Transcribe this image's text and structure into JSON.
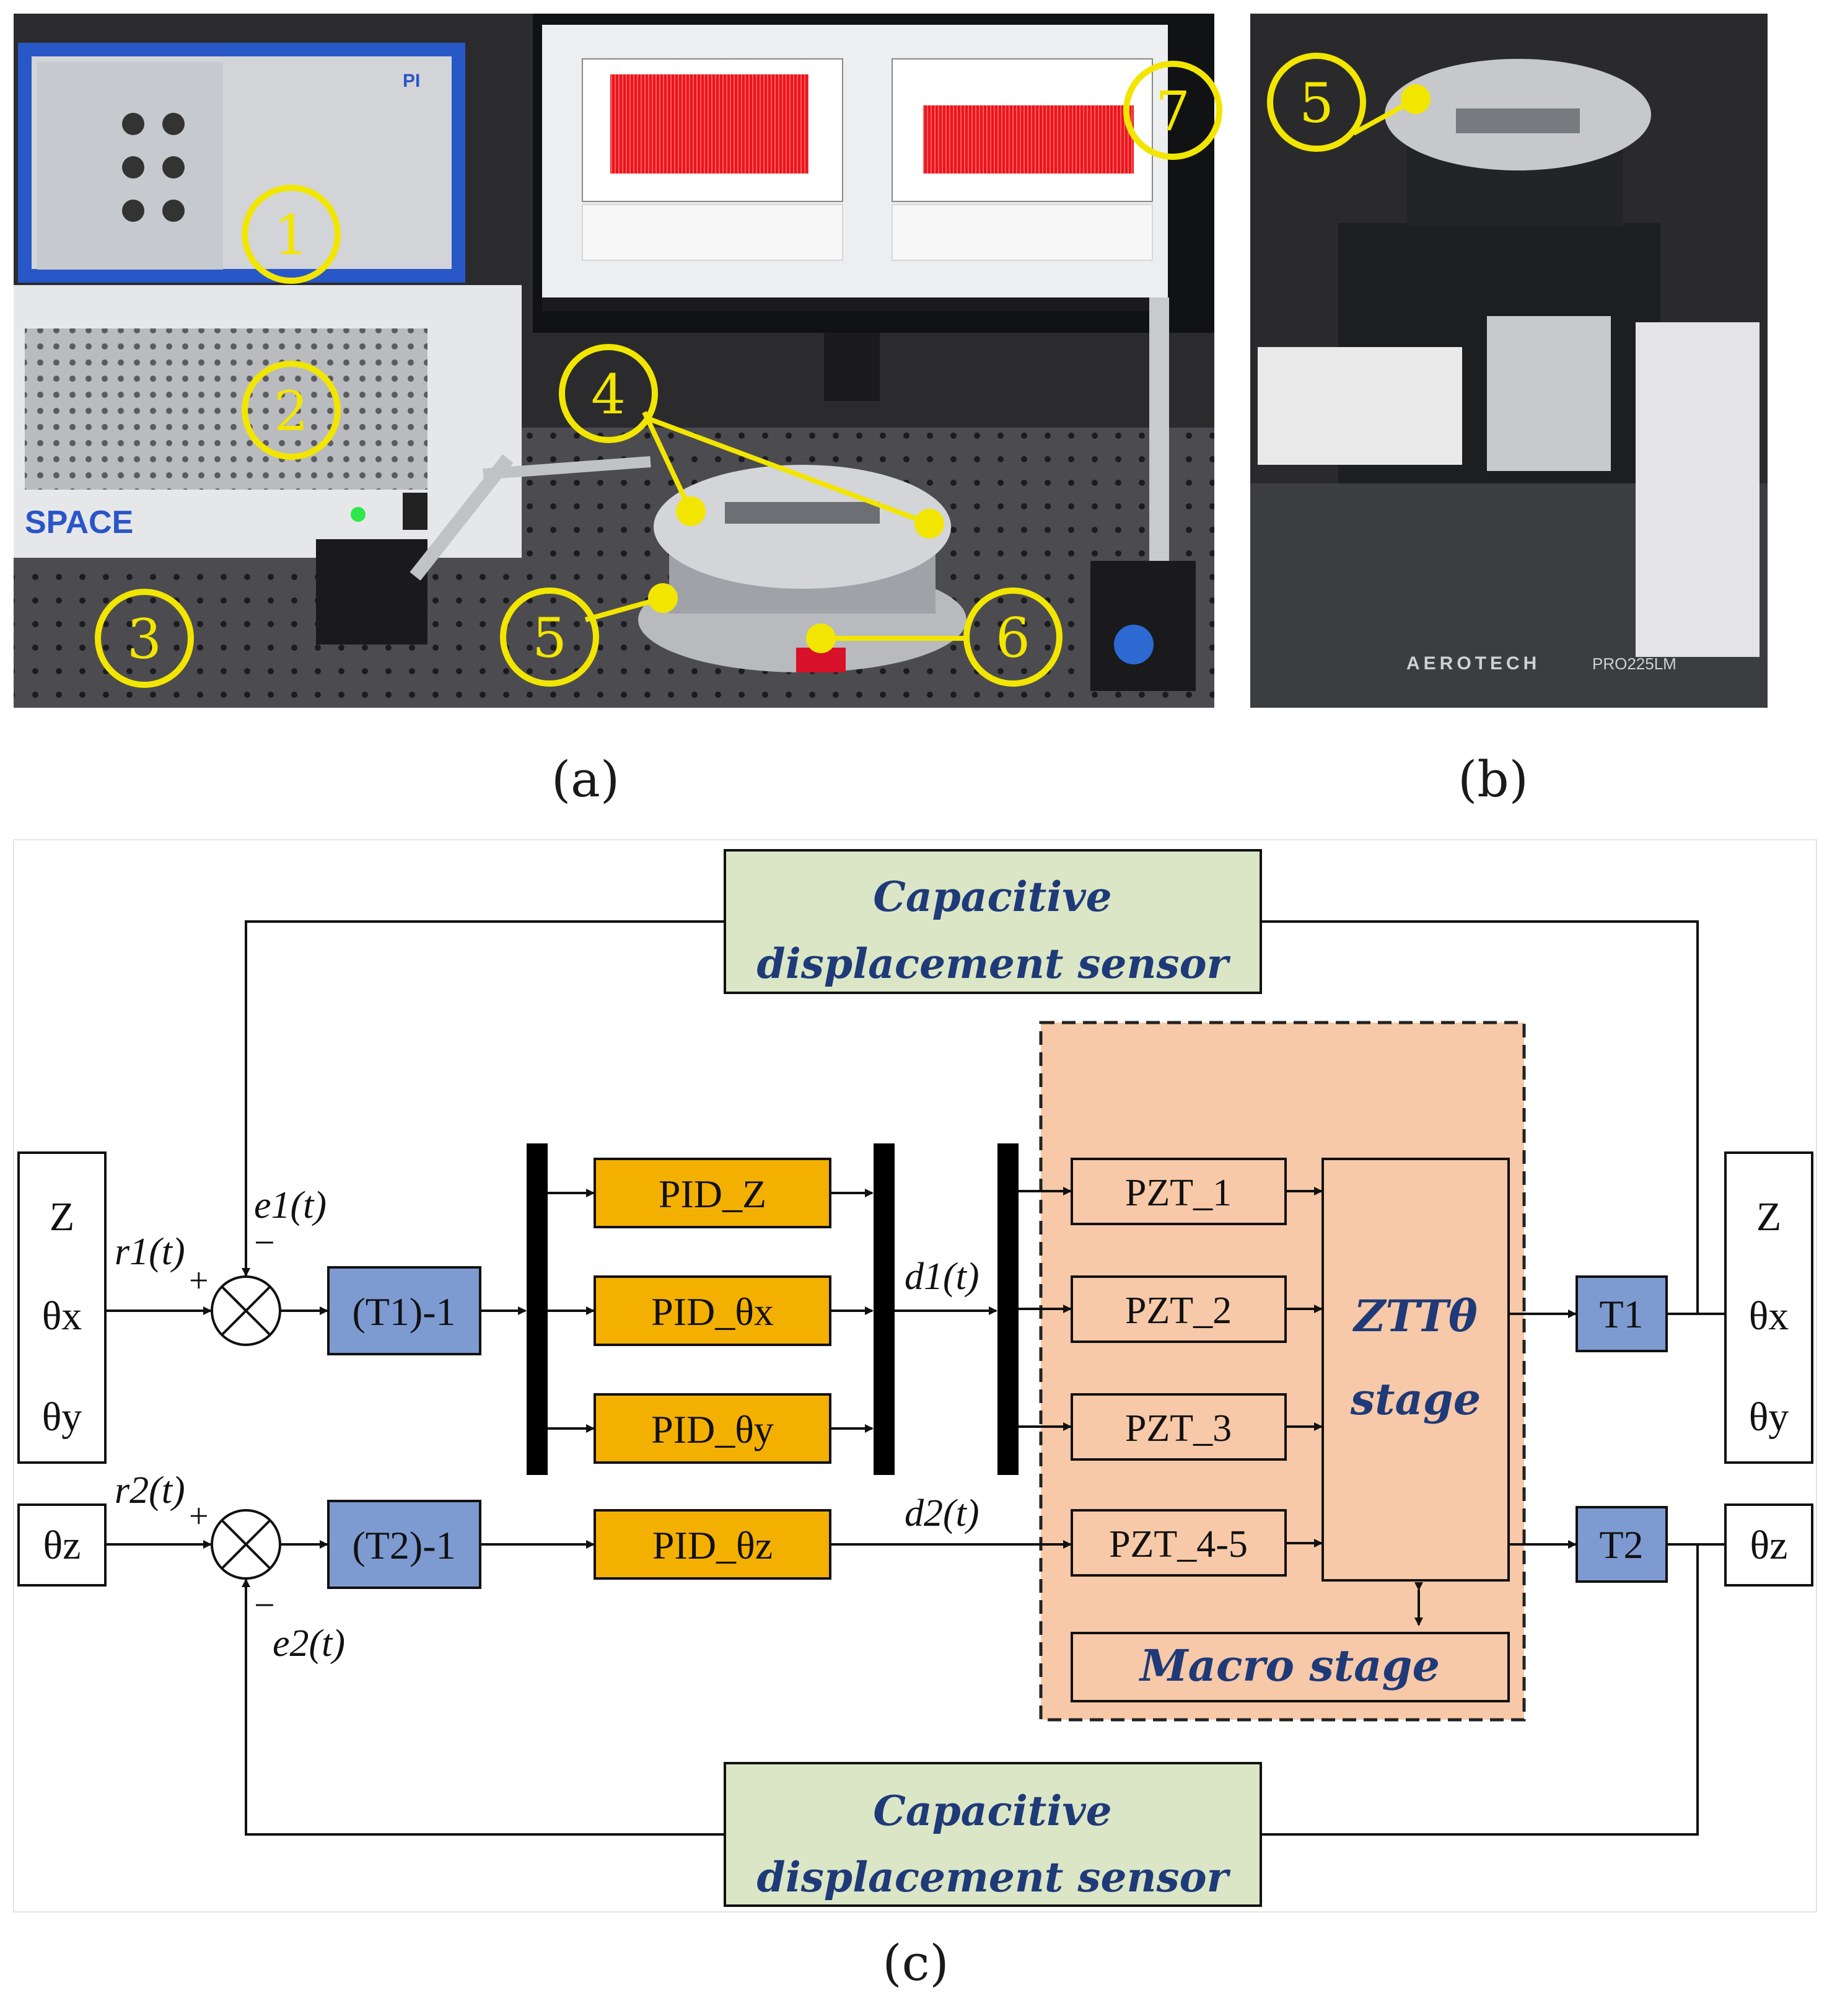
{
  "panels": {
    "a_caption": "(a)",
    "b_caption": "(b)",
    "c_caption": "(c)"
  },
  "photo_a": {
    "markers": [
      "1",
      "2",
      "3",
      "4",
      "5",
      "6",
      "7"
    ],
    "controller_label": "PI",
    "cabinet_brand": "SPACE"
  },
  "photo_b": {
    "markers": [
      "5"
    ],
    "stage_brand": "AEROTECH",
    "stage_model": "PRO225LM"
  },
  "diagram": {
    "sensor_top": [
      "Capacitive",
      "displacement sensor"
    ],
    "sensor_bottom": [
      "Capacitive",
      "displacement sensor"
    ],
    "inputs_top": [
      "Z",
      "θx",
      "θy"
    ],
    "input_bottom": "θz",
    "outputs_top": [
      "Z",
      "θx",
      "θy"
    ],
    "output_bottom": "θz",
    "r1": "r1(t)",
    "r2": "r2(t)",
    "e1": "e1(t)",
    "e2": "e2(t)",
    "d1": "d1(t)",
    "d2": "d2(t)",
    "plus": "+",
    "minus": "−",
    "inv_t1": "(T1)-1",
    "inv_t2": "(T2)-1",
    "pid": [
      "PID_Z",
      "PID_θx",
      "PID_θy",
      "PID_θz"
    ],
    "pzt": [
      "PZT_1",
      "PZT_2",
      "PZT_3",
      "PZT_4-5"
    ],
    "stage": [
      "ZTTθ",
      "stage"
    ],
    "macro": "Macro stage",
    "t1": "T1",
    "t2": "T2",
    "colors": {
      "sensor_fill": "#dbe6c6",
      "inverse_fill": "#7d9ad1",
      "pid_fill": "#f4b000",
      "stage_region": "#f7c9a8",
      "sensor_text": "#1f3a78",
      "marker_yellow": "#f2e600"
    }
  }
}
